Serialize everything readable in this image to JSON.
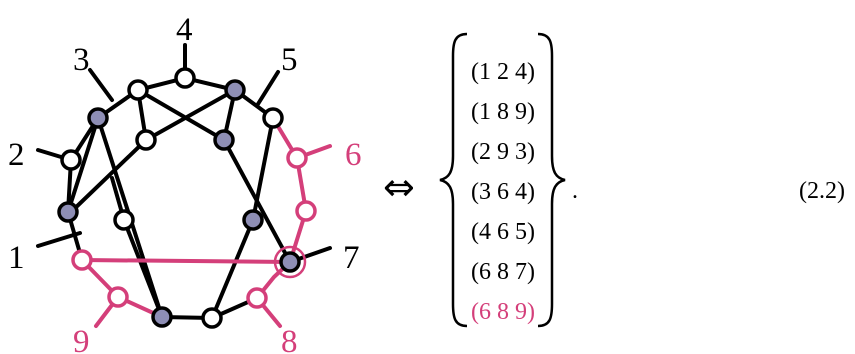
{
  "colors": {
    "black": "#000000",
    "magenta": "#d43f7a",
    "filled_vertex": "#8e8eb5",
    "open_vertex": "#ffffff"
  },
  "graph": {
    "external_labels": [
      {
        "text": "1",
        "highlighted": false
      },
      {
        "text": "2",
        "highlighted": false
      },
      {
        "text": "3",
        "highlighted": false
      },
      {
        "text": "4",
        "highlighted": false
      },
      {
        "text": "5",
        "highlighted": false
      },
      {
        "text": "6",
        "highlighted": true
      },
      {
        "text": "7",
        "highlighted": false
      },
      {
        "text": "8",
        "highlighted": true
      },
      {
        "text": "9",
        "highlighted": true
      }
    ]
  },
  "equivalence_symbol": "⇔",
  "tuples": [
    {
      "text": "(1 2 4)",
      "highlighted": false
    },
    {
      "text": "(1 8 9)",
      "highlighted": false
    },
    {
      "text": "(2 9 3)",
      "highlighted": false
    },
    {
      "text": "(3 6 4)",
      "highlighted": false
    },
    {
      "text": "(4 6 5)",
      "highlighted": false
    },
    {
      "text": "(6 8 7)",
      "highlighted": false
    },
    {
      "text": "(6 8 9)",
      "highlighted": true
    }
  ],
  "trailing_period": ".",
  "equation_number": "(2.2)"
}
